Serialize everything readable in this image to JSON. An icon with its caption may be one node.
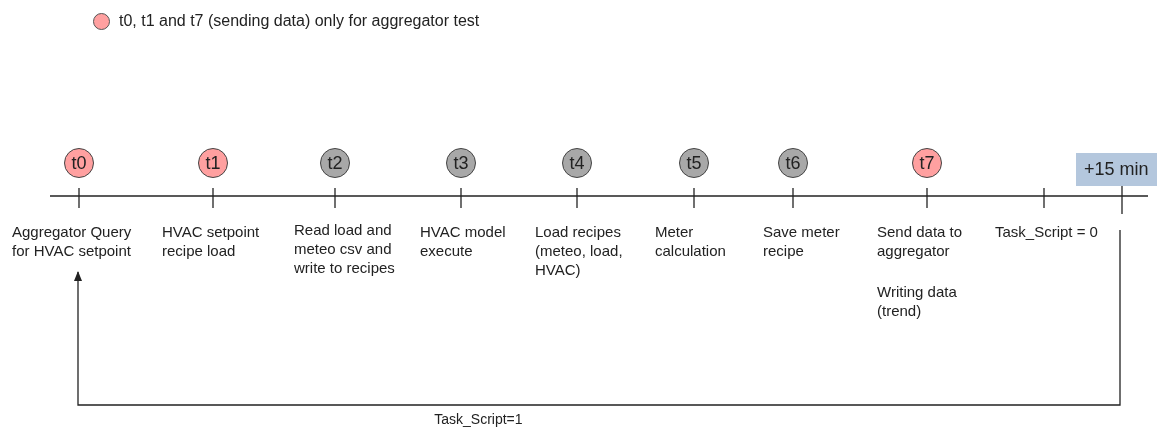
{
  "diagram": {
    "nodes": [
      {
        "text": [
          "t0"
        ]
      },
      {
        "text": [
          "t1"
        ]
      },
      {
        "text": [
          "t2"
        ]
      },
      {
        "text": [
          "t3"
        ]
      },
      {
        "text": [
          "t4"
        ]
      },
      {
        "text": [
          "t5"
        ]
      },
      {
        "text": [
          "t6"
        ]
      },
      {
        "text": [
          "t7"
        ]
      },
      {
        "text": [
          "+15 min"
        ]
      },
      {
        "text": [
          "Aggregator Query for HVAC setpoint"
        ]
      },
      {
        "text": [
          "HVAC setpoint recipe load"
        ]
      },
      {
        "text": [
          "Read load and meteo csv and write to recipes"
        ]
      },
      {
        "text": [
          "HVAC model execute"
        ]
      },
      {
        "text": [
          "Load recipes (meteo, load, HVAC)"
        ]
      },
      {
        "text": [
          "Meter calculation"
        ]
      },
      {
        "text": [
          "Save meter recipe"
        ]
      },
      {
        "text": [
          "Send data to aggregator"
        ]
      },
      {
        "text": [
          "Writing data (trend)"
        ]
      },
      {
        "text": [
          "Task_Script = 0"
        ]
      }
    ],
    "edges": [
      {
        "from": 18,
        "to": 9,
        "arrow": "to",
        "label": "Task_Script=1"
      }
    ],
    "legend": [
      {
        "text": "t0, t1 and t7 (sending data) only for aggregator test",
        "color": "#ffa0a0"
      }
    ]
  }
}
